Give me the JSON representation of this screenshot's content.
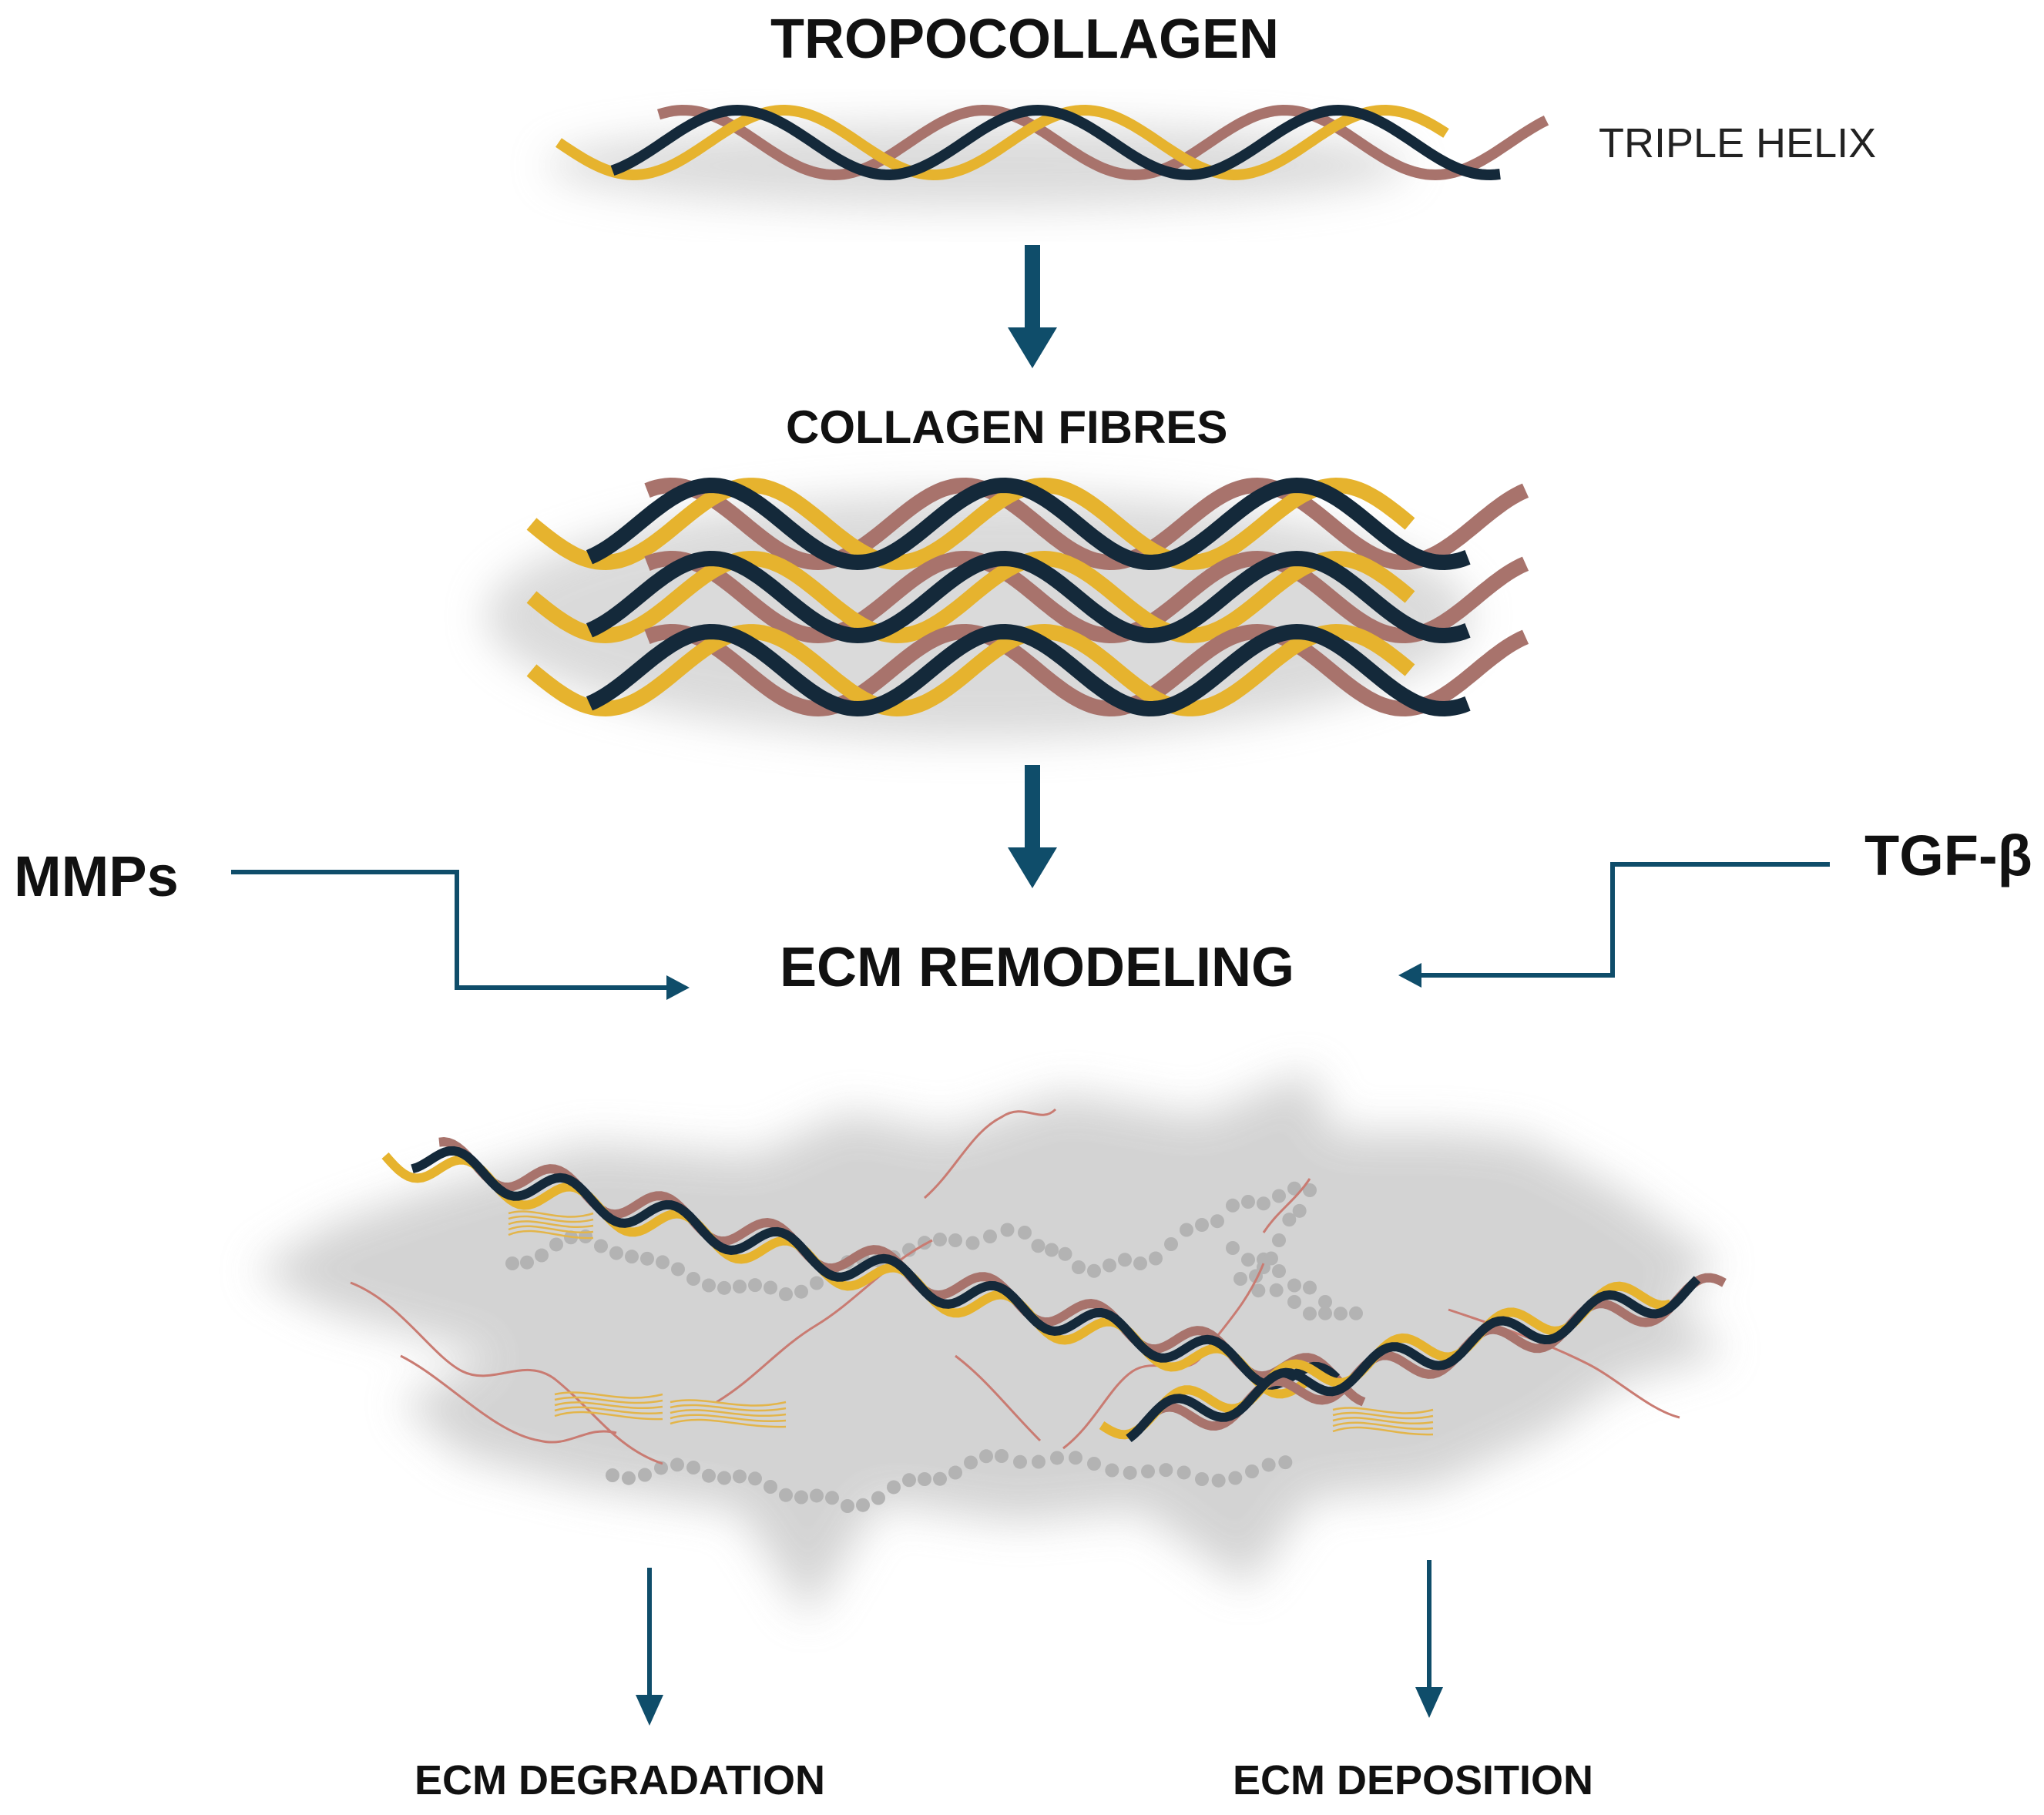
{
  "labels": {
    "tropocollagen": "TROPOCOLLAGEN",
    "triple_helix": "TRIPLE HELIX",
    "collagen_fibres": "COLLAGEN FIBRES",
    "mmps": "MMPs",
    "tgf_beta": "TGF-β",
    "ecm_remodeling": "ECM REMODELING",
    "ecm_degradation": "ECM DEGRADATION",
    "ecm_deposition": "ECM DEPOSITION"
  },
  "colors": {
    "strand_yellow": "#e6b32e",
    "strand_navy": "#14293a",
    "strand_mauve": "#a8736c",
    "arrow": "#0f4d6a",
    "matrix_gray": "#cfcfcf",
    "bead_gray": "#b3b3b3",
    "thin_fiber_red": "#c97b72",
    "thin_fiber_yellow": "#e3b54a"
  }
}
